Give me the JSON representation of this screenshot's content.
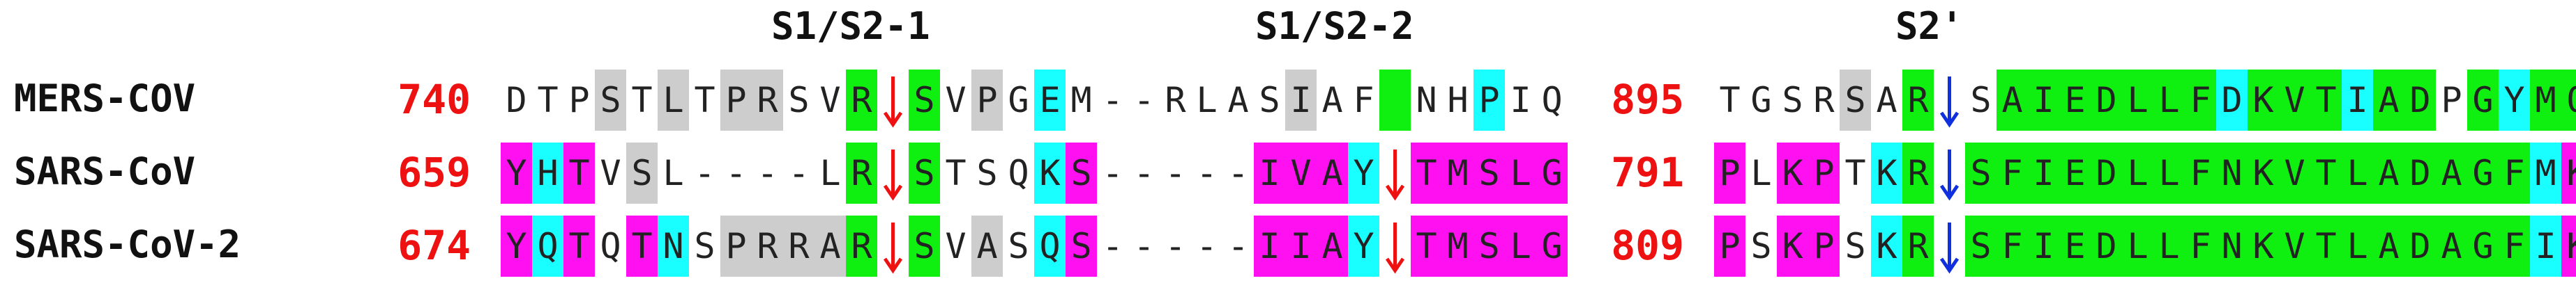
{
  "colors": {
    "magenta": "#ff10f0",
    "cyan": "#19ffff",
    "green": "#10f010",
    "gray": "#cdcdcd",
    "red_arrow": "#ee1111",
    "blue_arrow": "#1030e0",
    "number": "#ee1111"
  },
  "headers": [
    {
      "text": "S1/S2-1"
    },
    {
      "text": "S1/S2-2"
    },
    {
      "text": "S2'"
    }
  ],
  "sequences": [
    {
      "name": "MERS-COV",
      "block1_start": "740",
      "block1": "DTPSTLTPRSVR?SVPGEM--RLASIAF NHPIQ",
      "block1_colors": "...g.g.gg..G.G.g.C.......g..G..C..",
      "block2_start": "895",
      "block2": "TGSRSAR?SAIEDLLFDKVTIADPGYMQ",
      "block2_colors": "....g.G..GGGGGGGCGGGCGG.GCGG"
    },
    {
      "name": "SARS-CoV",
      "block1_start": "659",
      "block1": "YHTVSL----LR?STSQKS-----IVAY?TMSLG",
      "block1_colors": "MCM.g......G.G...CM.....MMMC.MMMMM",
      "block2_start": "791",
      "block2": "PLKPTKR?SFIEDLLFNKVTLADAGFMK",
      "block2_colors": "M.MM.CG.GGGGGGGGGGGGGGGGGGCM"
    },
    {
      "name": "SARS-CoV-2",
      "block1_start": "674",
      "block1": "YQTQTNSPRRAR?SVASQS-----IIAY?TMSLG",
      "block1_colors": "MCM.MC.ggggG.G.g.CM.....MMMC.MMMMM",
      "block2_start": "809",
      "block2": "PSKPSKR?SFIEDLLFNKVTLADAGFIK",
      "block2_colors": "M.MM.CG.GGGGGGGGGGGGGGGGGGCM"
    }
  ],
  "cleavage_arrows": {
    "block1_site1": "red",
    "block1_site2": "red",
    "block2_site": "blue"
  }
}
